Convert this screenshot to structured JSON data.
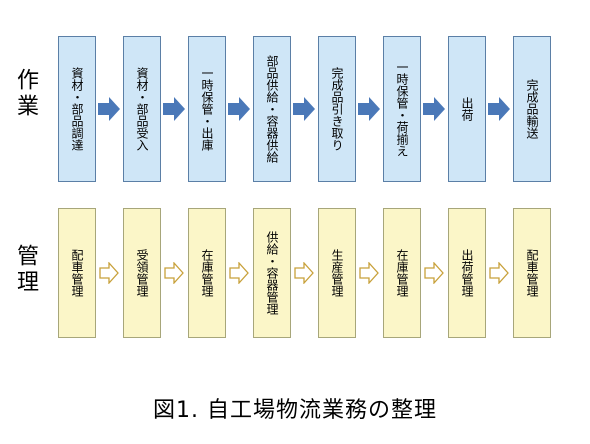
{
  "rows": {
    "work": {
      "label": "作業",
      "steps": [
        "資材・部品調達",
        "資材・部品受入",
        "一時保管・出庫",
        "部品供給・容器供給",
        "完成品引き取り",
        "一時保管・荷揃え",
        "出荷",
        "完成品輸送"
      ]
    },
    "management": {
      "label": "管理",
      "steps": [
        "配車管理",
        "受領管理",
        "在庫管理",
        "供給・容器管理",
        "生産管理",
        "在庫管理",
        "出荷管理",
        "配車管理"
      ]
    }
  },
  "caption": "図1. 自工場物流業務の整理",
  "colors": {
    "work_fill": "#cfe6f7",
    "management_fill": "#fbf6c8",
    "work_arrow": "#4a78b8",
    "management_arrow_outline": "#c8a13a"
  }
}
